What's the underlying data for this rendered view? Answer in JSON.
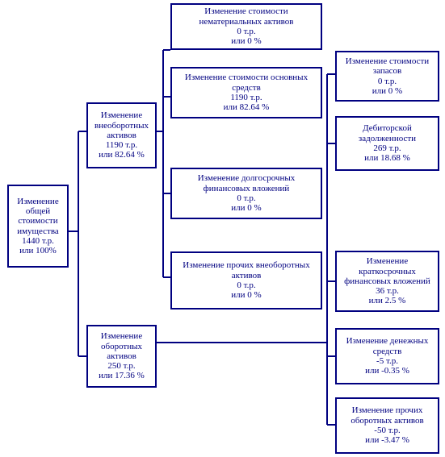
{
  "diagram": {
    "root": {
      "title": "Изменение\nобщей\nстоимости\nимущества",
      "value": "1440 т.р.",
      "share": "или 100%"
    },
    "level1": {
      "noncurrent": {
        "title": "Изменение\nвнеоборотных\nактивов",
        "value": "1190 т.р.",
        "share": "или 82.64 %"
      },
      "current": {
        "title": "Изменение\nоборотных\nактивов",
        "value": "250 т.р.",
        "share": "или 17.36 %"
      }
    },
    "noncurrent_children": [
      {
        "title": "Изменение стоимости\nнематериальных активов",
        "value": "0 т.р.",
        "share": "или 0 %"
      },
      {
        "title": "Изменение стоимости основных\nсредств",
        "value": "1190 т.р.",
        "share": "или 82.64 %"
      },
      {
        "title": "Изменение долгосрочных\nфинансовых вложений",
        "value": "0 т.р.",
        "share": "или 0 %"
      },
      {
        "title": "Изменение прочих внеоборотных\nактивов",
        "value": "0 т.р.",
        "share": "или 0 %"
      }
    ],
    "current_children": [
      {
        "title": "Изменение стоимости\nзапасов",
        "value": "0 т.р.",
        "share": "или 0 %"
      },
      {
        "title": "Дебиторской\nзадолженности",
        "value": "269 т.р.",
        "share": "или 18.68 %"
      },
      {
        "title": "Изменение\nкраткосрочных\nфинансовых вложений",
        "value": "36 т.р.",
        "share": "или 2.5 %"
      },
      {
        "title": "Изменение денежных\nсредств",
        "value": "-5 т.р.",
        "share": "или -0.35 %"
      },
      {
        "title": "Изменение прочих\nоборотных активов",
        "value": "-50 т.р.",
        "share": "или -3.47 %"
      }
    ],
    "colors": {
      "line": "#000080",
      "text": "#000080",
      "background": "#ffffff"
    }
  }
}
